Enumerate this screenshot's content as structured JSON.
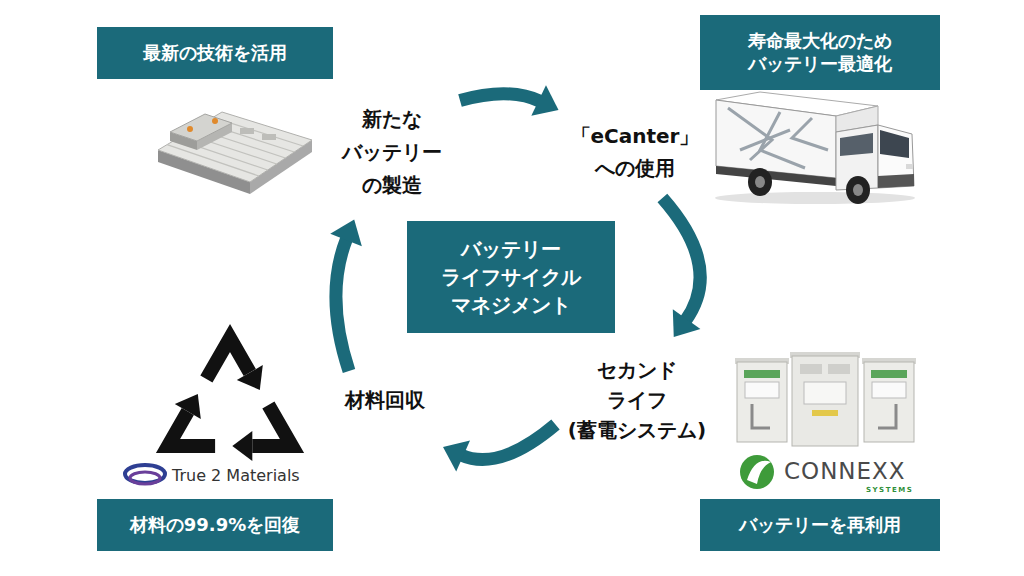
{
  "diagram": {
    "nodes": [
      {
        "text": [
          "最新の技術を活用"
        ]
      },
      {
        "text": [
          "寿命最大化のため バッテリー最適化"
        ]
      },
      {
        "text": [
          "新たな バッテリー の製造"
        ]
      },
      {
        "text": [
          "「eCanter」 への使用"
        ]
      },
      {
        "text": [
          "バッテリー ライフサイクル マネジメント"
        ]
      },
      {
        "text": [
          "セカンド ライフ (蓄電システム)"
        ]
      },
      {
        "text": [
          "材料回収"
        ]
      },
      {
        "text": [
          "材料の99.9%を回復"
        ]
      },
      {
        "text": [
          "バッテリーを再利用"
        ]
      }
    ],
    "edges": [
      {
        "from": 2,
        "to": 3,
        "arrow": "to"
      },
      {
        "from": 3,
        "to": 5,
        "arrow": "to"
      },
      {
        "from": 5,
        "to": 6,
        "arrow": "to"
      },
      {
        "from": 6,
        "to": 2,
        "arrow": "to"
      }
    ],
    "labels": [
      "True 2 Materials",
      "CONNEXX",
      "SYSTEMS"
    ]
  }
}
